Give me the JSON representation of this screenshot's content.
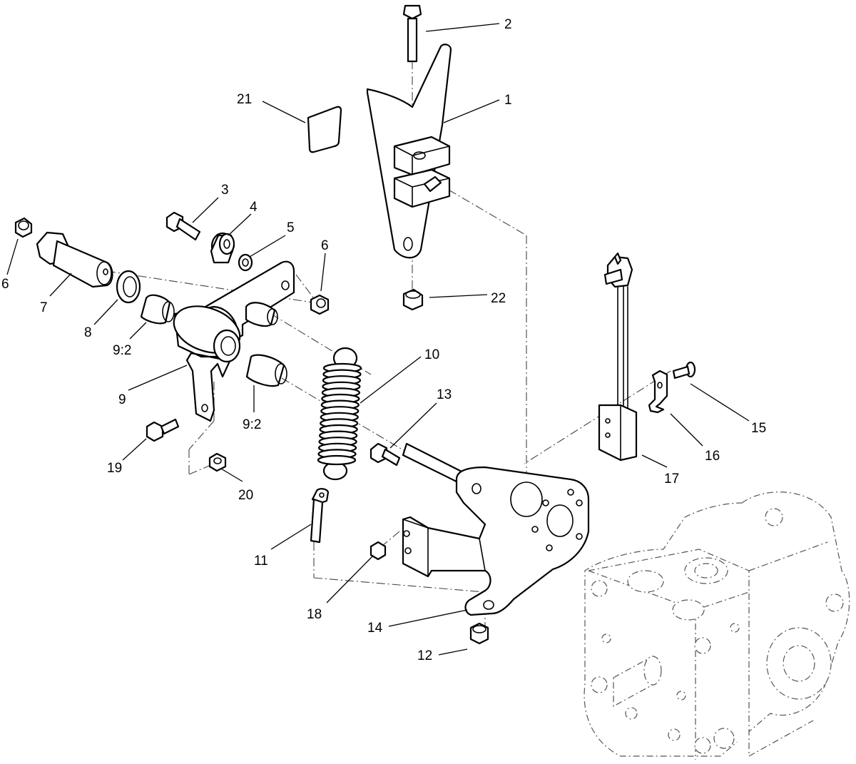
{
  "callouts": [
    {
      "id": "c1",
      "label": "1"
    },
    {
      "id": "c2",
      "label": "2"
    },
    {
      "id": "c3",
      "label": "3"
    },
    {
      "id": "c4",
      "label": "4"
    },
    {
      "id": "c5",
      "label": "5"
    },
    {
      "id": "c6a",
      "label": "6"
    },
    {
      "id": "c6b",
      "label": "6"
    },
    {
      "id": "c7",
      "label": "7"
    },
    {
      "id": "c8",
      "label": "8"
    },
    {
      "id": "c9",
      "label": "9"
    },
    {
      "id": "c9_2a",
      "label": "9:2"
    },
    {
      "id": "c9_2b",
      "label": "9:2"
    },
    {
      "id": "c10",
      "label": "10"
    },
    {
      "id": "c11",
      "label": "11"
    },
    {
      "id": "c12",
      "label": "12"
    },
    {
      "id": "c13",
      "label": "13"
    },
    {
      "id": "c14",
      "label": "14"
    },
    {
      "id": "c15",
      "label": "15"
    },
    {
      "id": "c16",
      "label": "16"
    },
    {
      "id": "c17",
      "label": "17"
    },
    {
      "id": "c18",
      "label": "18"
    },
    {
      "id": "c19",
      "label": "19"
    },
    {
      "id": "c20",
      "label": "20"
    },
    {
      "id": "c21",
      "label": "21"
    },
    {
      "id": "c22",
      "label": "22"
    }
  ]
}
